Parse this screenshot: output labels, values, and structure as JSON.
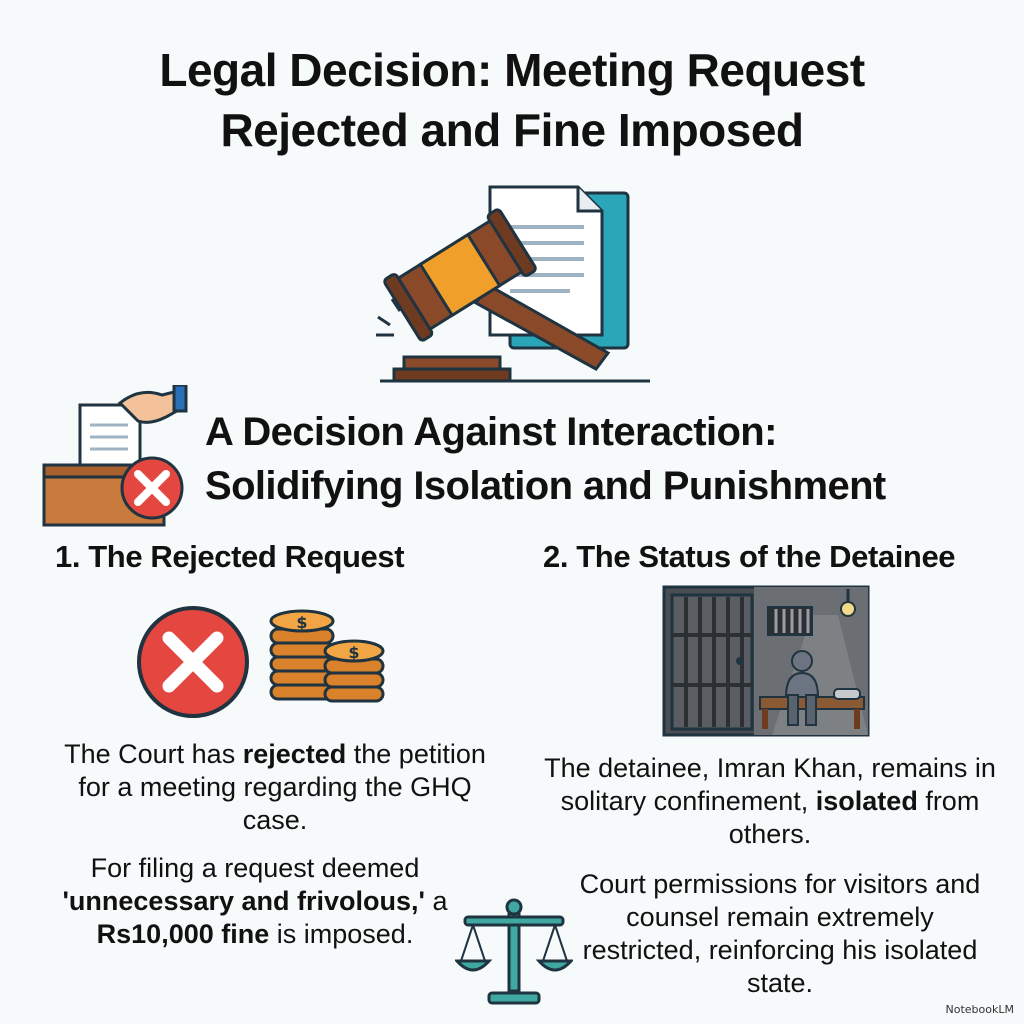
{
  "title": {
    "line1": "Legal Decision: Meeting Request",
    "line2": "Rejected and Fine Imposed"
  },
  "section_heading": {
    "line1": "A Decision Against Interaction:",
    "line2": "Solidifying Isolation and Punishment"
  },
  "left_column": {
    "heading": "1. The Rejected Request",
    "para1": {
      "t1": "The Court has ",
      "b1": "rejected",
      "t2": " the petition for a meeting regarding the GHQ case."
    },
    "para2": {
      "t1": "For filing a request deemed ",
      "b1": "'unnecessary and frivolous,'",
      "t2": " a ",
      "b2": "Rs10,000 fine",
      "t3": " is imposed."
    }
  },
  "right_column": {
    "heading": "2. The Status of the Detainee",
    "para1": {
      "t1": "The detainee, Imran Khan, remains in solitary confinement, ",
      "b1": "isolated",
      "t2": " from others."
    },
    "para2": "Court permissions for visitors and counsel remain extremely restricted, reinforcing his isolated state."
  },
  "coin_symbol": "$",
  "watermark": "NotebookLM",
  "icons": [
    "gavel-icon",
    "document-icon",
    "ballot-box-icon",
    "reject-x-icon",
    "coin-stack-icon",
    "prison-cell-icon",
    "scales-icon"
  ],
  "colors": {
    "reject_red": "#e4473f",
    "gavel_brown": "#8a4a2a",
    "gavel_orange": "#f0a02a",
    "document_teal": "#2aa6b8",
    "coin_orange": "#d9822b",
    "cell_gray": "#6b6e73"
  }
}
